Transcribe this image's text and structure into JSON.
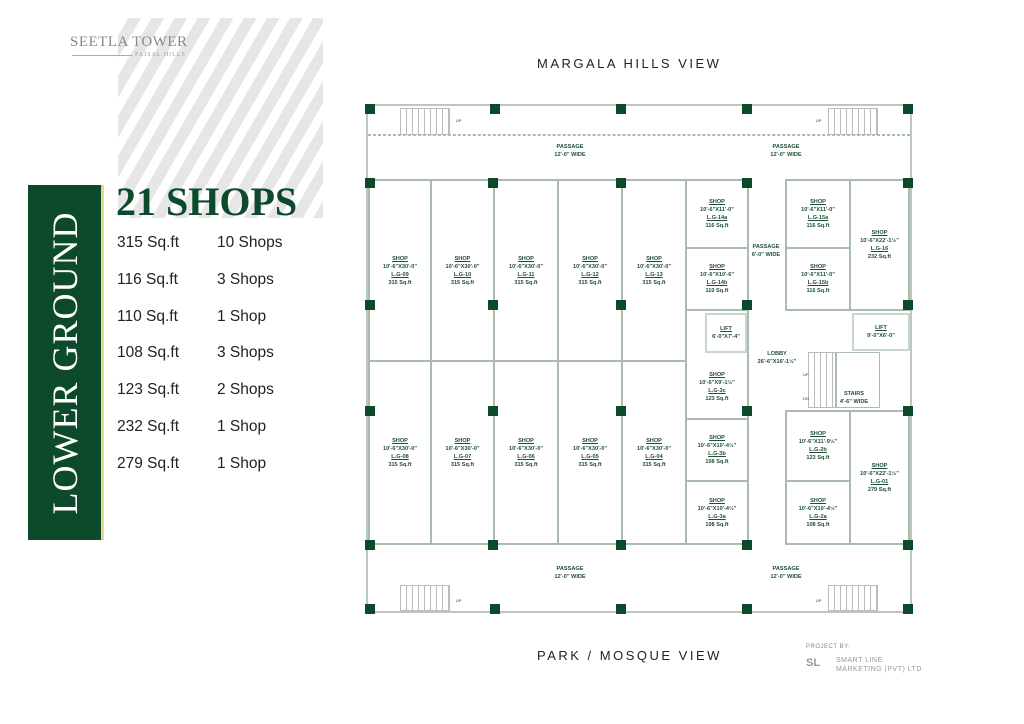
{
  "brand": {
    "name": "SEETLA TOWER",
    "sub": "FAISAL HILLS"
  },
  "floor": "LOWER GROUND",
  "headline": "21 SHOPS",
  "summary": [
    {
      "area": "315 Sq.ft",
      "count": "10 Shops"
    },
    {
      "area": "116 Sq.ft",
      "count": "3 Shops"
    },
    {
      "area": "110 Sq.ft",
      "count": "1 Shop"
    },
    {
      "area": "108 Sq.ft",
      "count": "3 Shops"
    },
    {
      "area": "123 Sq.ft",
      "count": "2 Shops"
    },
    {
      "area": "232 Sq.ft",
      "count": "1 Shop"
    },
    {
      "area": "279 Sq.ft",
      "count": "1 Shop"
    }
  ],
  "views": {
    "top": "MARGALA HILLS VIEW",
    "bottom": "PARK /  MOSQUE VIEW"
  },
  "plan": {
    "shop_word": "SHOP",
    "up": "UP",
    "dn": "DN",
    "passage": {
      "name": "PASSAGE",
      "wide12": "12'-0\" WIDE",
      "wide6": "6'-0\" WIDE"
    },
    "lobby": {
      "name": "LOBBY",
      "dims": "26'-6\"X16'-1½\""
    },
    "stairs": {
      "name": "STAIRS",
      "dims": "4'-6\" WIDE"
    },
    "lift1": {
      "name": "LIFT",
      "dims": "6'-0\"X7'-4\""
    },
    "lift2": {
      "name": "LIFT",
      "dims": "9'-0\"X6'-0\""
    },
    "shops": [
      {
        "dims": "10'-6\"X30'-0\"",
        "id": "L.G-09",
        "area": "315 Sq.ft"
      },
      {
        "dims": "10'-6\"X30'-0\"",
        "id": "L.G-10",
        "area": "315 Sq.ft"
      },
      {
        "dims": "10'-6\"X30'-0\"",
        "id": "L.G-11",
        "area": "315 Sq.ft"
      },
      {
        "dims": "10'-6\"X30'-0\"",
        "id": "L.G-12",
        "area": "315 Sq.ft"
      },
      {
        "dims": "10'-6\"X30'-0\"",
        "id": "L.G-13",
        "area": "315 Sq.ft"
      },
      {
        "dims": "10'-6\"X11'-0\"",
        "id": "L.G-14a",
        "area": "116 Sq.ft"
      },
      {
        "dims": "10'-6\"X10'-6\"",
        "id": "L.G-14b",
        "area": "110 Sq.ft"
      },
      {
        "dims": "10'-6\"X11'-0\"",
        "id": "L.G-15a",
        "area": "116 Sq.ft"
      },
      {
        "dims": "10'-6\"X11'-0\"",
        "id": "L.G-15b",
        "area": "116 Sq.ft"
      },
      {
        "dims": "10'-6\"X22'-1½\"",
        "id": "L.G-16",
        "area": "232 Sq.ft"
      },
      {
        "dims": "10'-6\"X30'-0\"",
        "id": "L.G-08",
        "area": "315 Sq.ft"
      },
      {
        "dims": "10'-6\"X30'-0\"",
        "id": "L.G-07",
        "area": "315 Sq.ft"
      },
      {
        "dims": "10'-6\"X30'-0\"",
        "id": "L.G-06",
        "area": "315 Sq.ft"
      },
      {
        "dims": "10'-6\"X30'-0\"",
        "id": "L.G-05",
        "area": "315 Sq.ft"
      },
      {
        "dims": "10'-6\"X30'-0\"",
        "id": "L.G-04",
        "area": "315 Sq.ft"
      },
      {
        "dims": "10'-6\"X9'-1½\"",
        "id": "L.G-3c",
        "area": "123 Sq.ft"
      },
      {
        "dims": "10'-6\"X10'-4½\"",
        "id": "L.G-3b",
        "area": "108 Sq.ft"
      },
      {
        "dims": "10'-6\"X10'-4½\"",
        "id": "L.G-3a",
        "area": "108 Sq.ft"
      },
      {
        "dims": "10'-6\"X11'-9½\"",
        "id": "L.G-2b",
        "area": "123 Sq.ft"
      },
      {
        "dims": "10'-6\"X10'-4½\"",
        "id": "L.G-2a",
        "area": "108 Sq.ft"
      },
      {
        "dims": "10'-6\"X22'-1½\"",
        "id": "L.G-01",
        "area": "279 Sq.ft"
      }
    ]
  },
  "credit": {
    "label": "PROJECT BY:",
    "company_line1": "SMART LINE",
    "company_line2": "MARKETING (PVT) LTD",
    "mark": "SL"
  },
  "colors": {
    "brand_green": "#0c4a2b",
    "accent_gold": "#e8d98a"
  }
}
